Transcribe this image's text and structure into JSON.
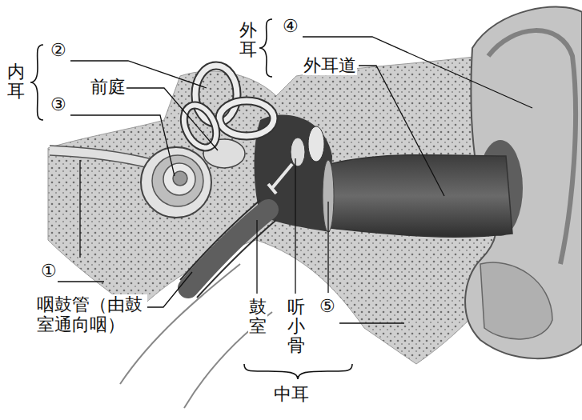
{
  "diagram": {
    "labels": [
      "外耳",
      "④",
      "外耳道",
      "内耳",
      "②",
      "③",
      "前庭",
      "①",
      "咽鼓管（由鼓室通向咽）",
      "鼓室",
      "听小骨",
      "⑤",
      "中耳"
    ]
  }
}
